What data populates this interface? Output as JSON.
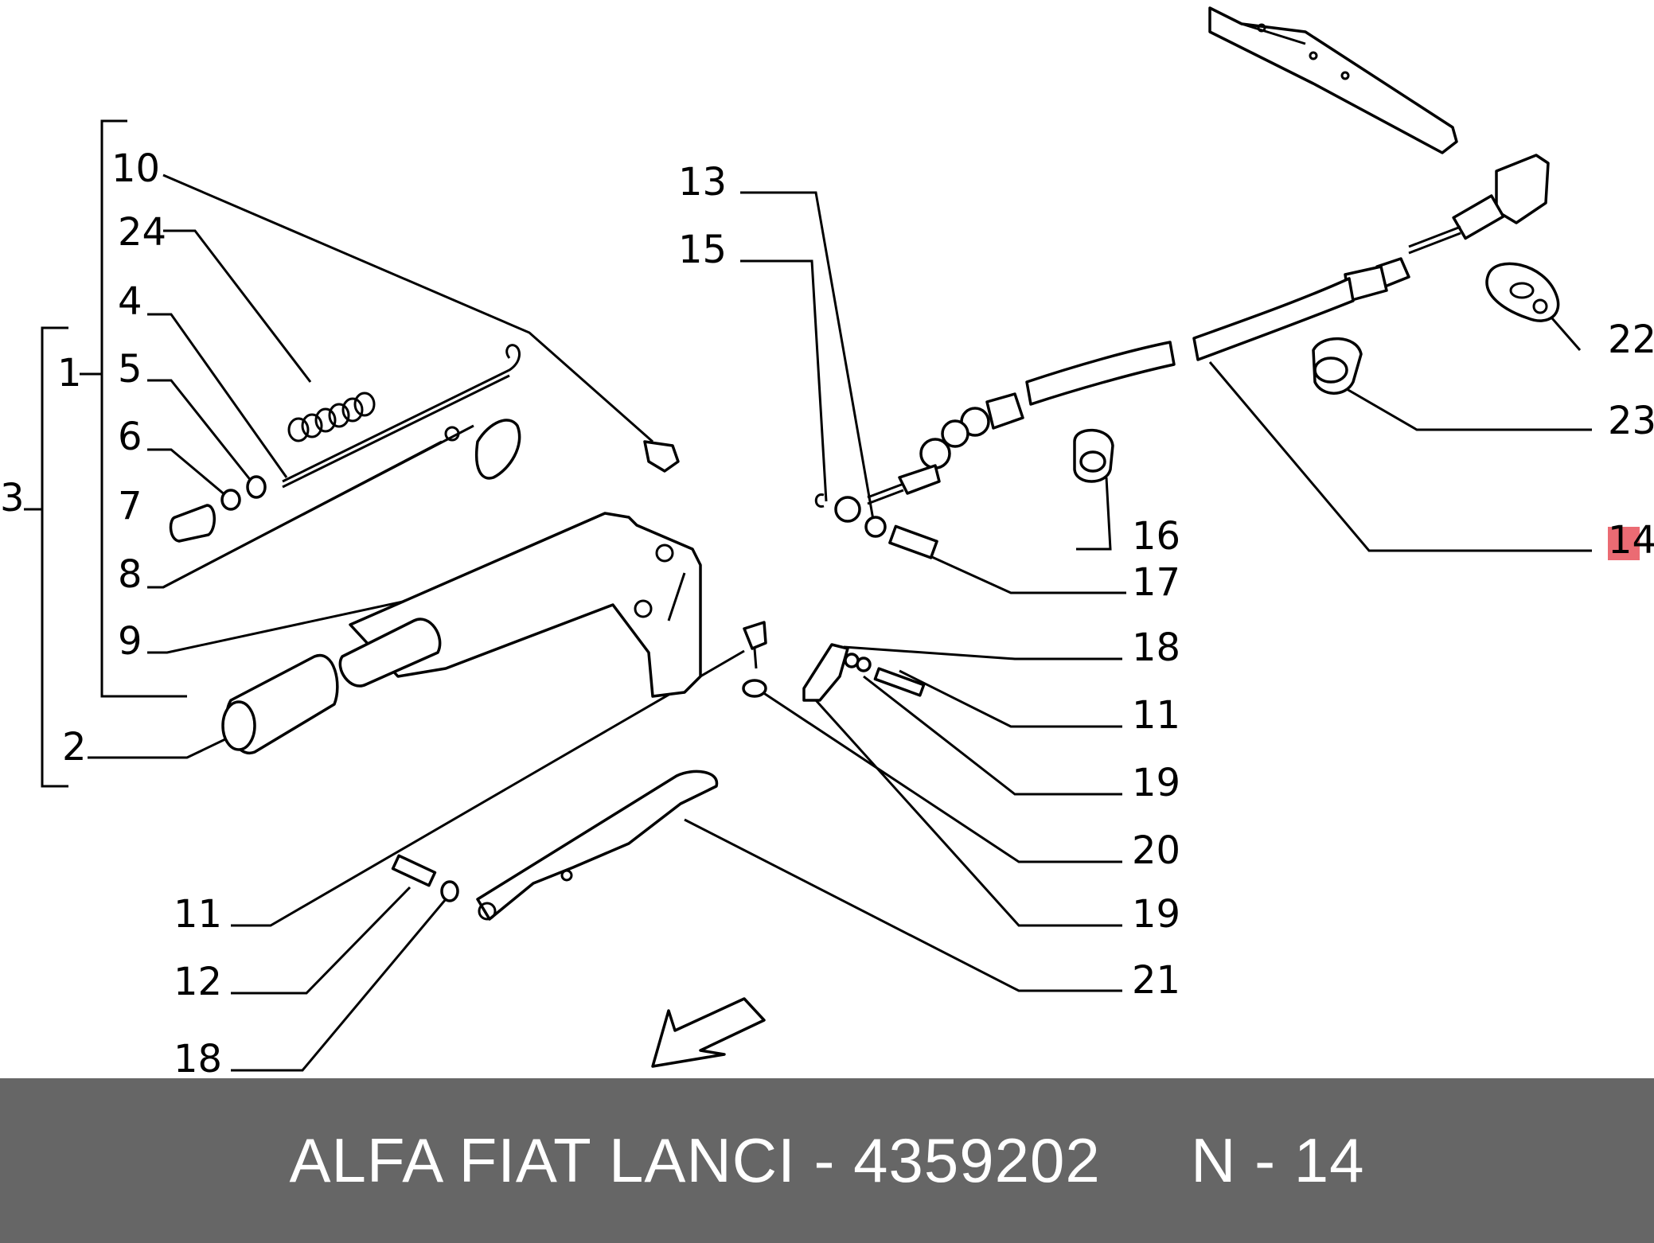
{
  "labels": {
    "l1": "1",
    "l2": "2",
    "l3": "3",
    "l4": "4",
    "l5": "5",
    "l6": "6",
    "l7": "7",
    "l8": "8",
    "l9": "9",
    "l10": "10",
    "l24": "24",
    "l11a": "11",
    "l12": "12",
    "l18a": "18",
    "l13": "13",
    "l15": "15",
    "l16": "16",
    "l17": "17",
    "l14": "14",
    "l22": "22",
    "l23": "23",
    "l18b": "18",
    "l11b": "11",
    "l19a": "19",
    "l20": "20",
    "l19b": "19",
    "l21": "21"
  },
  "highlight_color": "#e8515a",
  "footer": {
    "text": "ALFA FIAT LANCI - 4359202     N - 14",
    "background": "#666666"
  }
}
